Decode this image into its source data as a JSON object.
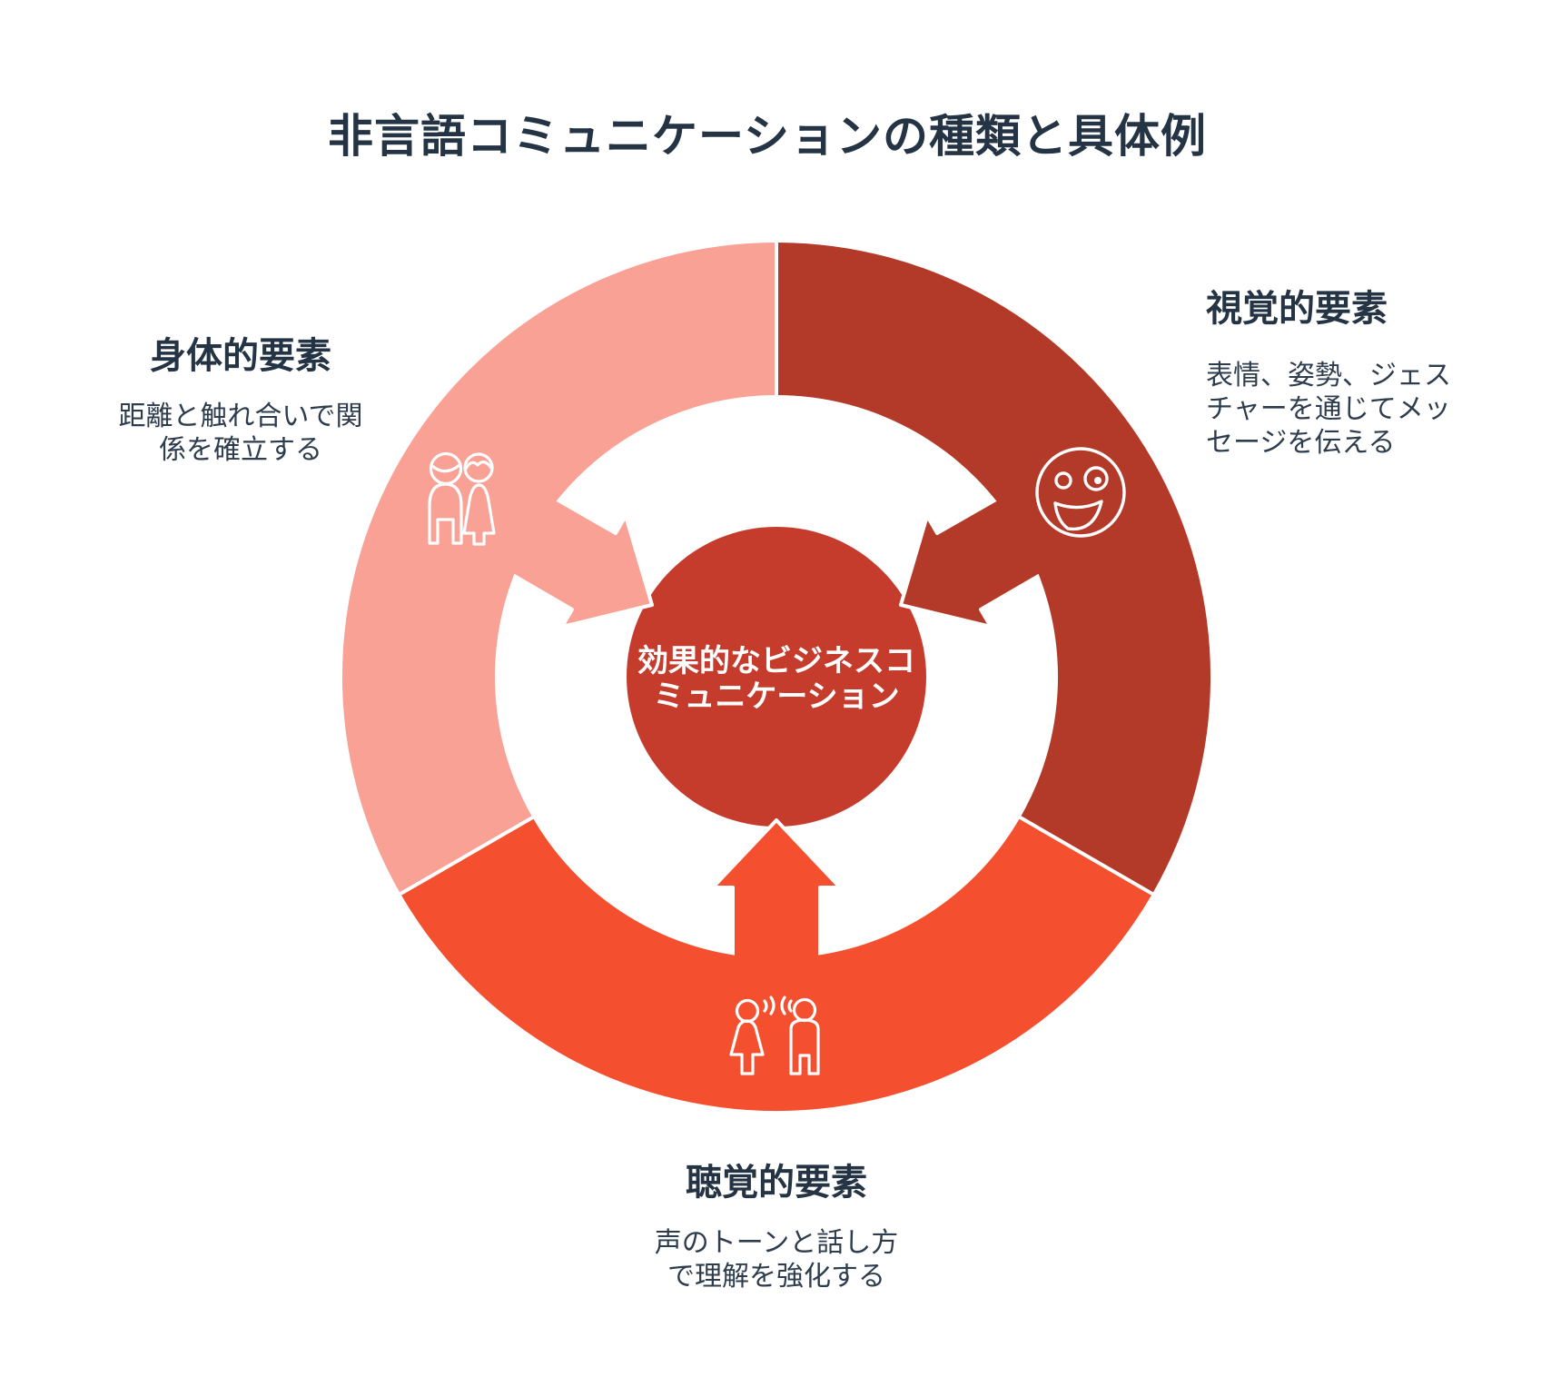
{
  "title": "非言語コミュニケーションの種類と具体例",
  "center_circle": {
    "label": "効果的なビジネスコ\nミュニケーション"
  },
  "segments": [
    {
      "name": "身体的要素",
      "description": "距離と触れ合いで関\n係を確立する",
      "color": "#F9A195",
      "icon": "couple-icon",
      "position": "upper-left"
    },
    {
      "name": "視覚的要素",
      "description": "表情、姿勢、ジェス\nチャーを通じてメッ\nセージを伝える",
      "color": "#B33A28",
      "icon": "smiley-icon",
      "position": "right"
    },
    {
      "name": "聴覚的要素",
      "description": "声のトーンと話し方\nで理解を強化する",
      "color": "#F4502F",
      "icon": "talking-people-icon",
      "position": "bottom"
    }
  ],
  "colors": {
    "background": "#FFFFFF",
    "center_circle": "#C53C2D",
    "heading_text": "#253444",
    "body_text": "#2E3D4D",
    "center_text": "#FFFFFF",
    "icon_stroke": "#FFFFFF",
    "divider": "#FFFFFF"
  }
}
